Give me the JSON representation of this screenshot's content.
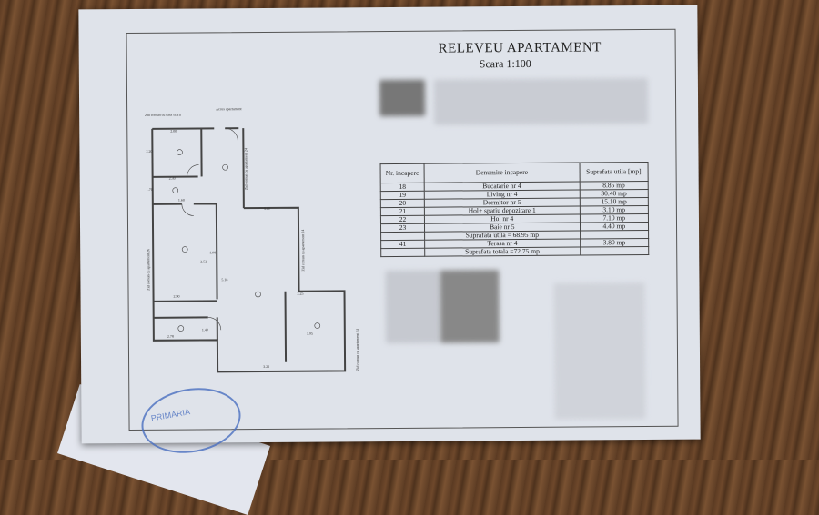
{
  "document": {
    "title": "RELEVEU APARTAMENT",
    "scale": "Scara 1:100"
  },
  "table": {
    "headers": [
      "Nr. incapere",
      "Denumire incapere",
      "Suprafata utila [mp]"
    ],
    "rows": [
      {
        "nr": "18",
        "name": "Bucatarie nr 4",
        "area": "8.85 mp"
      },
      {
        "nr": "19",
        "name": "Living nr 4",
        "area": "30.40 mp"
      },
      {
        "nr": "20",
        "name": "Dormitor nr 5",
        "area": "15.10 mp"
      },
      {
        "nr": "21",
        "name": "Hol+ spatiu depozitare 1",
        "area": "3.10 mp"
      },
      {
        "nr": "22",
        "name": "Hol nr 4",
        "area": "7.10 mp"
      },
      {
        "nr": "23",
        "name": "Baie nr 5",
        "area": "4.40 mp"
      }
    ],
    "subtotal": "Suprafata utila = 68.95 mp",
    "terrace": {
      "nr": "41",
      "name": "Terasa nr 4",
      "area": "3.80 mp"
    },
    "total": "Suprafata totala =72.75 mp"
  },
  "plan": {
    "labels": {
      "top_wall": "Zid comun cu casa scarii",
      "access": "Acces apartament",
      "right_wall": "Zid comun cu apartament 24",
      "left_wall": "Zid comun cu apartament 26"
    },
    "dims": [
      "2.00",
      "2.20",
      "2.30",
      "1.70",
      "1.60",
      "3.00",
      "2.52",
      "1.98",
      "2.90",
      "5.18",
      "2.25",
      "1.40",
      "2.78",
      "3.22",
      "3.95"
    ]
  },
  "stamp": {
    "text": "PRIMARIA"
  },
  "colors": {
    "paper": "#dfe3ea",
    "stamp": "#4a6fc0"
  }
}
